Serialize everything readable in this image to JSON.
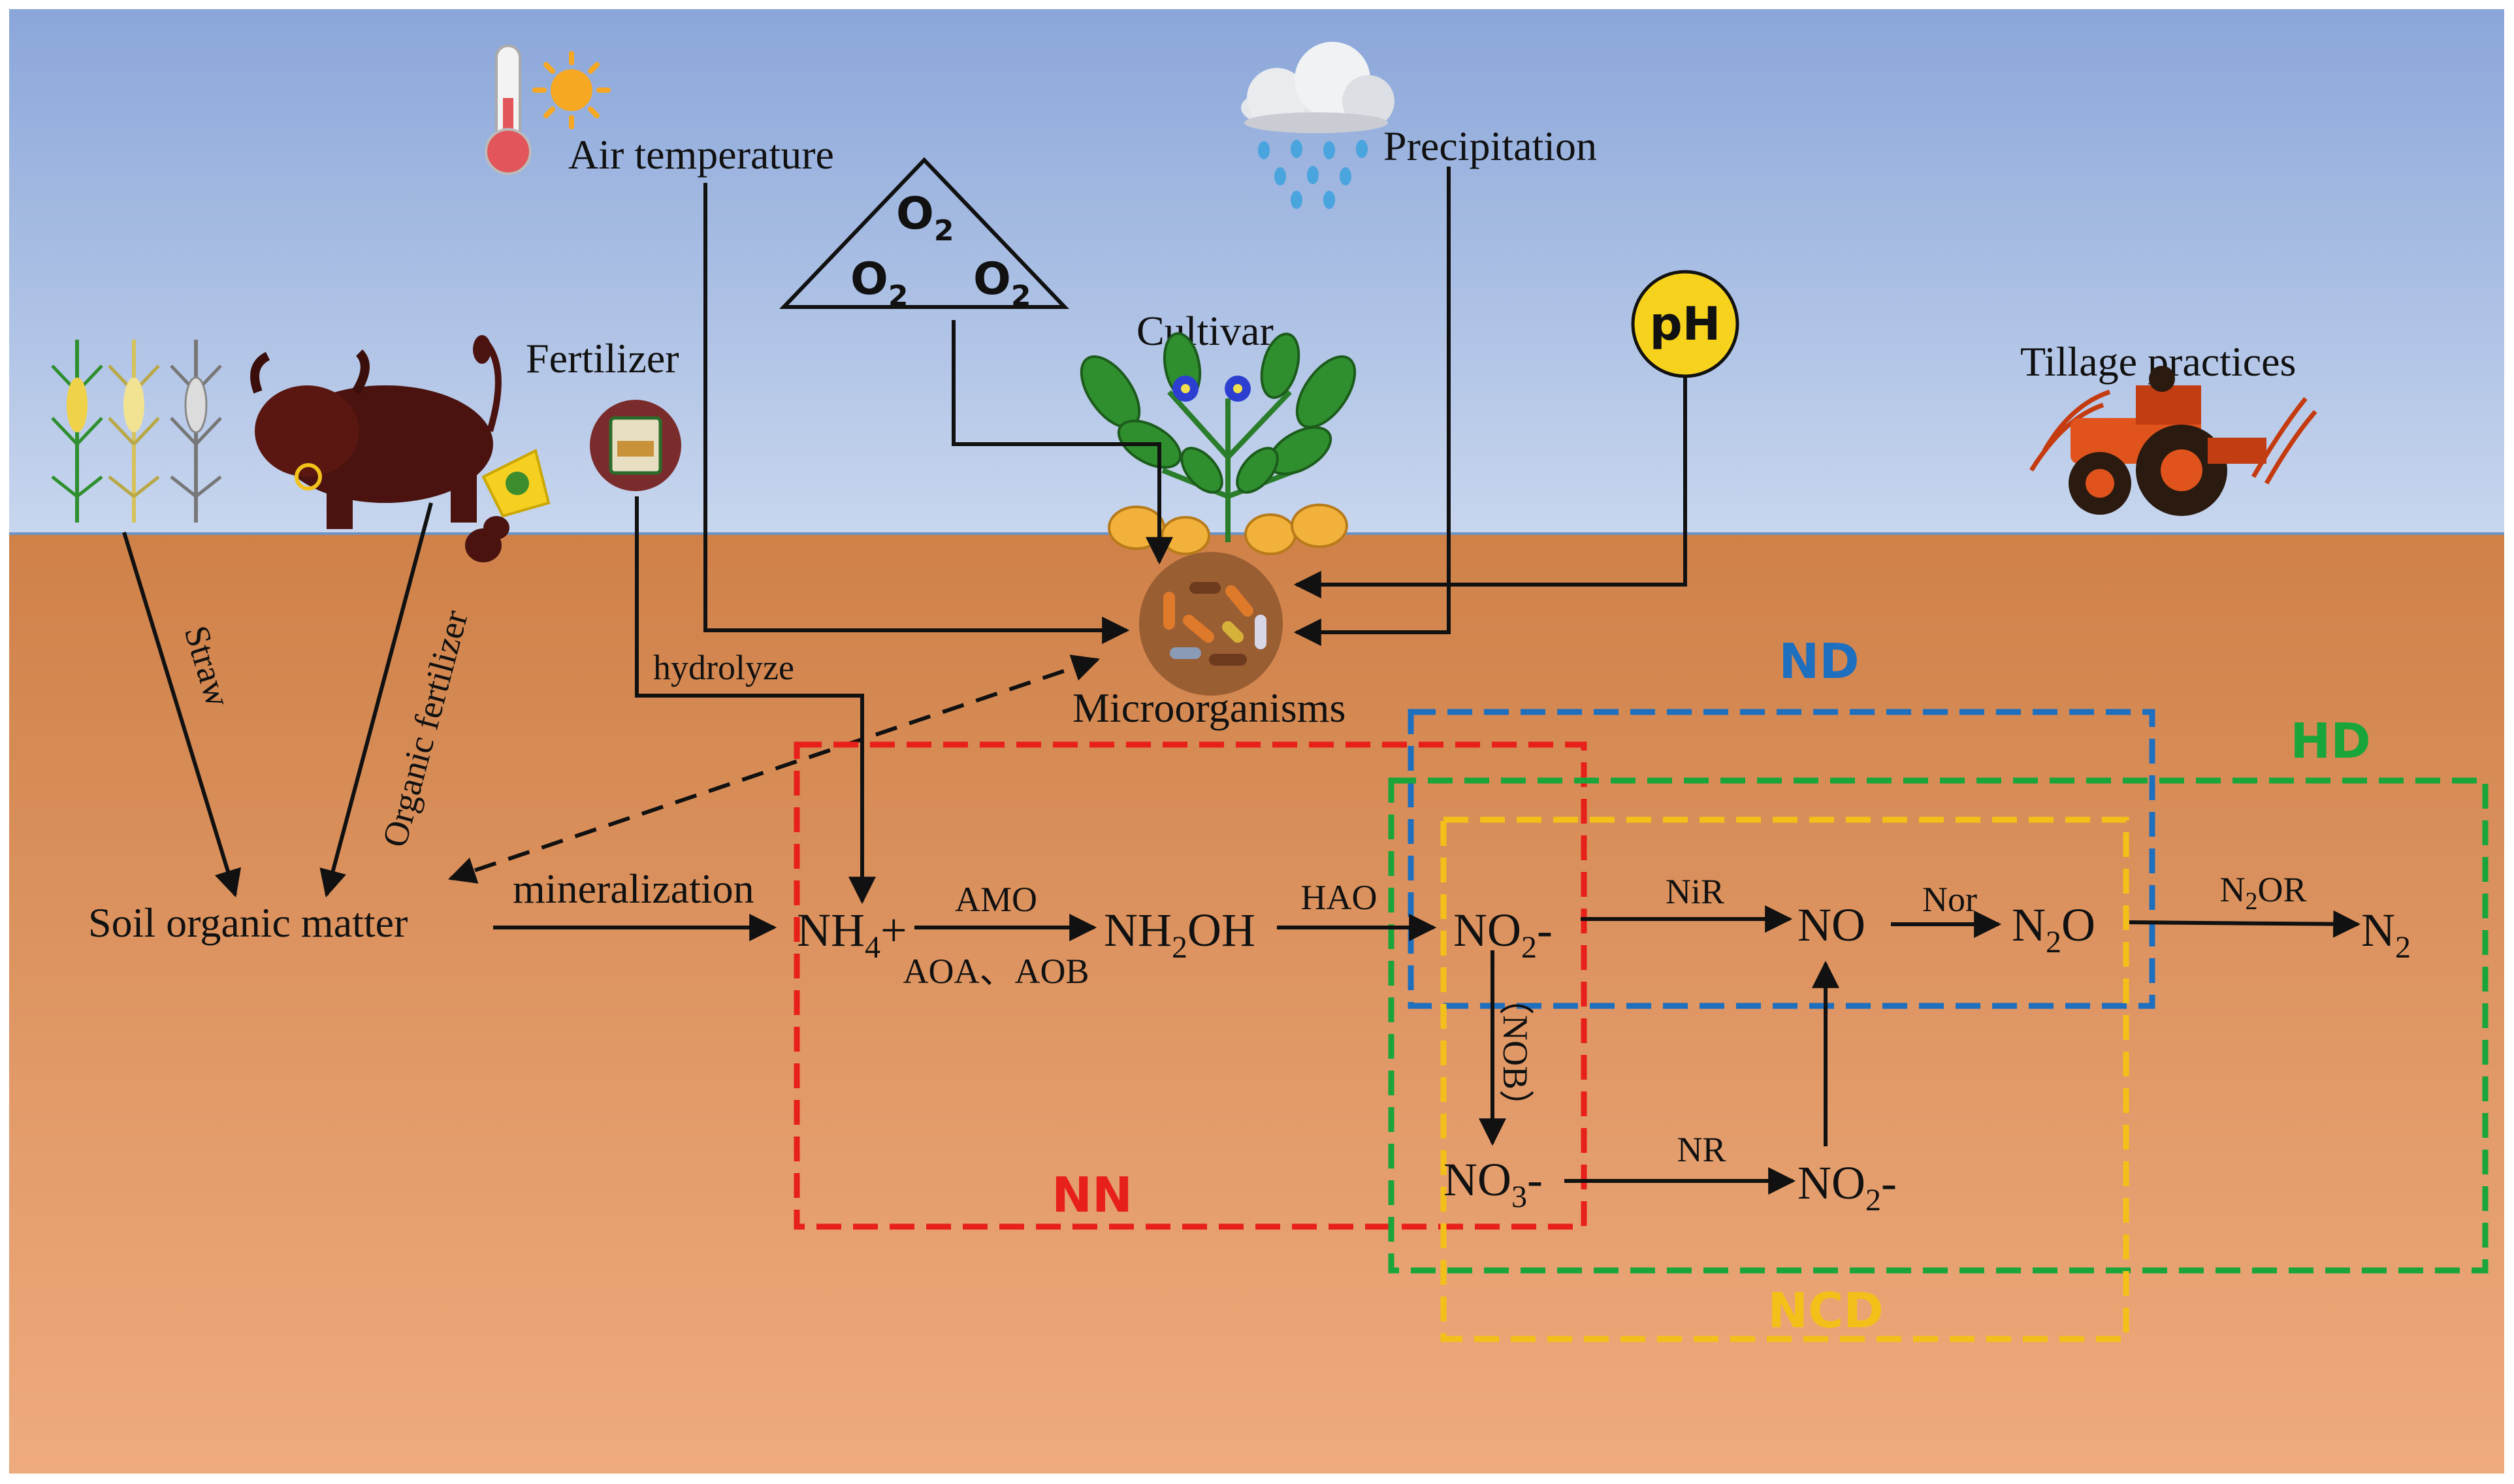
{
  "factors": {
    "air_temperature": "Air temperature",
    "precipitation": "Precipitation",
    "oxygen": "O",
    "oxygen_subscript": "2",
    "cultivar": "Cultivar",
    "ph": "pH",
    "tillage": "Tillage practices",
    "fertilizer": "Fertilizer",
    "microorganisms": "Microorganisms"
  },
  "inputs": {
    "straw": "Straw",
    "organic_fertilizer": "Organic fertilizer",
    "hydrolyze": "hydrolyze"
  },
  "pathway": {
    "soil_organic_matter": "Soil organic matter",
    "mineralization": "mineralization",
    "nh4": {
      "main": "NH",
      "sub": "4",
      "suffix": "+"
    },
    "amo": "AMO",
    "aoa_aob": "AOA、AOB",
    "nh2oh": {
      "a": "NH",
      "sub": "2",
      "b": "OH"
    },
    "hao": "HAO",
    "no2_top": {
      "main": "NO",
      "sub": "2",
      "suffix": "-"
    },
    "nir": "NiR",
    "no": "NO",
    "nor": "Nor",
    "n2o": {
      "a": "N",
      "sub": "2",
      "b": "O"
    },
    "n2or": {
      "a": "N",
      "sub": "2",
      "b": "OR"
    },
    "n2": {
      "main": "N",
      "sub": "2"
    },
    "nob": "（NOB）",
    "no3": {
      "main": "NO",
      "sub": "3",
      "suffix": "-"
    },
    "nr": "NR",
    "no2_bottom": {
      "main": "NO",
      "sub": "2",
      "suffix": "-"
    }
  },
  "zones": {
    "nn": {
      "label": "NN",
      "color": "#e8201c"
    },
    "nd": {
      "label": "ND",
      "color": "#1f6fbf"
    },
    "hd": {
      "label": "HD",
      "color": "#1aa53a"
    },
    "ncd": {
      "label": "NCD",
      "color": "#f3c01a"
    }
  },
  "colors": {
    "sky_top": "#8aa6d9",
    "sky_bottom": "#c5d4ec",
    "soil_top": "#d2834a",
    "soil_bottom": "#eba97c",
    "ph_circle": "#f7d21c"
  }
}
